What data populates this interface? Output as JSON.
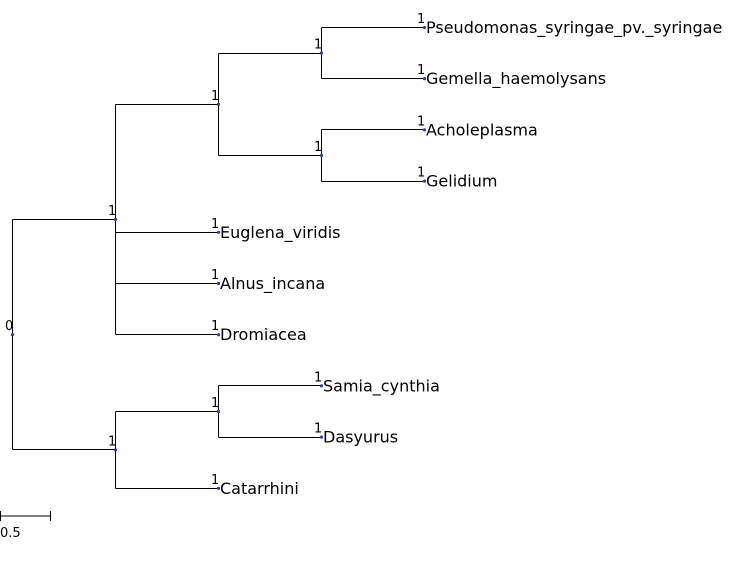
{
  "tree": {
    "root_label": "0",
    "children": [
      {
        "support": "1",
        "children": [
          {
            "support": "1",
            "children": [
              {
                "support": "1",
                "children": [
                  {
                    "support": "1",
                    "name": "Pseudomonas_syringae_pv._syringae"
                  },
                  {
                    "support": "1",
                    "name": "Gemella_haemolysans"
                  }
                ]
              },
              {
                "support": "1",
                "children": [
                  {
                    "support": "1",
                    "name": "Acholeplasma"
                  },
                  {
                    "support": "1",
                    "name": "Gelidium"
                  }
                ]
              }
            ]
          },
          {
            "support": "1",
            "name": "Euglena_viridis"
          },
          {
            "support": "1",
            "name": "Alnus_incana"
          },
          {
            "support": "1",
            "name": "Dromiacea"
          }
        ]
      },
      {
        "support": "1",
        "children": [
          {
            "support": "1",
            "children": [
              {
                "support": "1",
                "name": "Samia_cynthia"
              },
              {
                "support": "1",
                "name": "Dasyurus"
              }
            ]
          },
          {
            "support": "1",
            "name": "Catarrhini"
          }
        ]
      }
    ]
  },
  "scale_bar": {
    "label": "0.5"
  }
}
